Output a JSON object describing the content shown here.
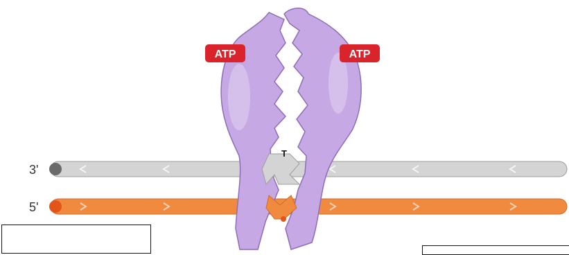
{
  "labels": {
    "atp_left": "ATP",
    "atp_right": "ATP",
    "strand_top_end": "3'",
    "strand_bottom_end": "5'",
    "nucleotide": "T"
  },
  "colors": {
    "protein": "#c6a8e4",
    "protein_outline": "#8e6db8",
    "atp_badge": "#d8242a",
    "strand_top": "#d4d4d4",
    "strand_bottom": "#f08a3e",
    "strand_top_cap": "#6a6a6a",
    "strand_bottom_cap": "#e2541a"
  },
  "icons": {
    "top_direction": "chevron-left-icon",
    "bottom_direction": "chevron-right-icon"
  }
}
